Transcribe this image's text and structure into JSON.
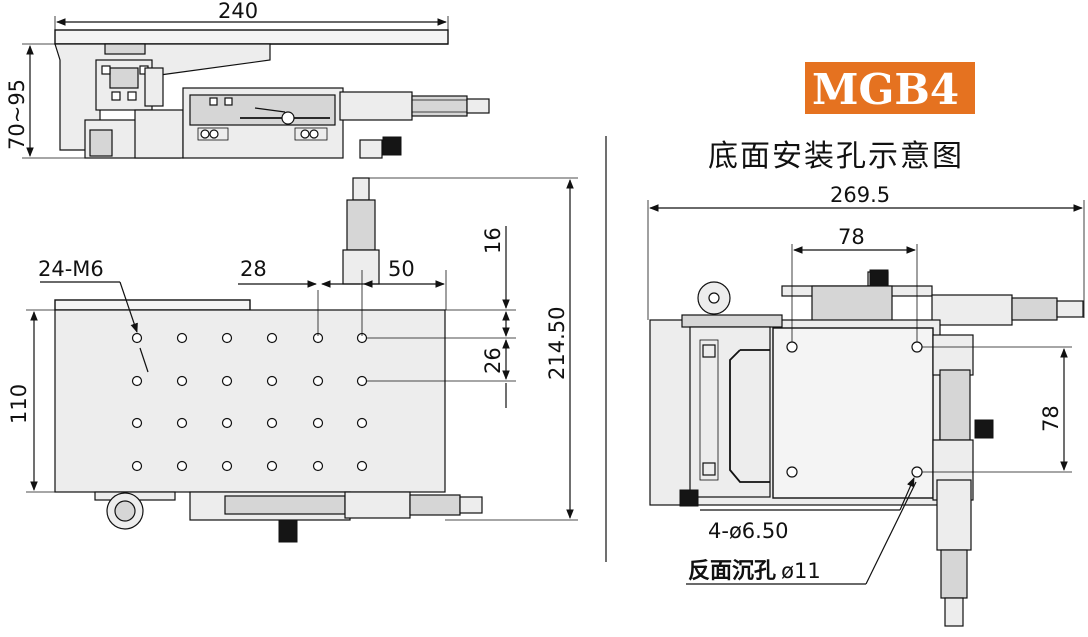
{
  "badge": {
    "text": "MGB4",
    "color": "#e57220"
  },
  "section_title": "底面安装孔示意图",
  "side_view": {
    "width_dim": "240",
    "height_dim": "70~95"
  },
  "top_view": {
    "hole_note": "24-M6",
    "dim_28": "28",
    "dim_50": "50",
    "dim_16": "16",
    "dim_26": "26",
    "dim_214": "214.50",
    "dim_110": "110"
  },
  "bottom_view": {
    "dim_269": "269.5",
    "dim_78_h": "78",
    "dim_78_v": "78",
    "hole_note": "4-ø6.50",
    "counterbore_label": "反面沉孔",
    "counterbore_value": "ø11"
  }
}
